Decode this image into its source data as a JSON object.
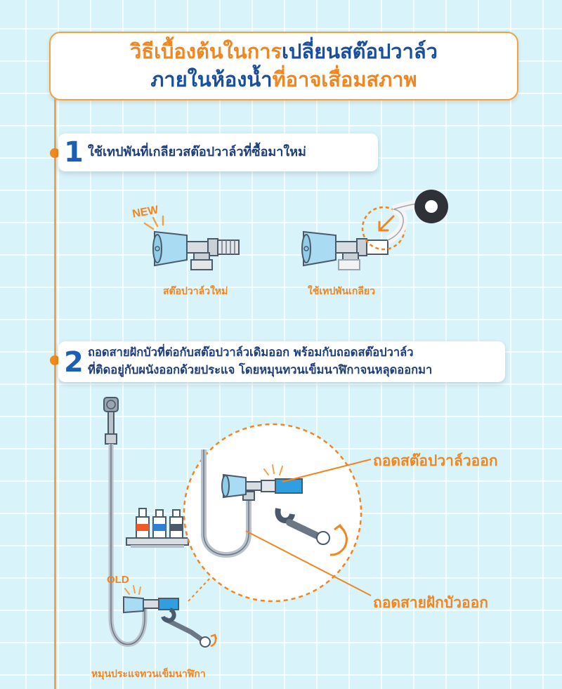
{
  "title": {
    "line1_part1": "วิธีเบื้องต้นในการ",
    "line1_part2": "เปลี่ยนสต๊อปวาล์ว",
    "line2_part1": "ภายในห้องน้ำ",
    "line2_part2": "ที่อาจเสื่อมสภาพ"
  },
  "steps": [
    {
      "number": "1",
      "text": "ใช้เทปพันที่เกลียวสต๊อปวาล์วที่ซื้อมาใหม่",
      "captions": {
        "new_valve": "สต๊อปวาล์วใหม่",
        "tape": "ใช้เทปพันเกลียว"
      },
      "new_tag": "NEW"
    },
    {
      "number": "2",
      "text_line1": "ถอดสายฝักบัวที่ต่อกับสต๊อปวาล์วเดิมออก พร้อมกับถอดสต๊อปวาล์ว",
      "text_line2": "ที่ติดอยู่กับผนังออกด้วยประแจ โดยหมุนทวนเข็มนาฬิกาจนหลุดออกมา",
      "old_tag": "OLD",
      "caption_wrench": "หมุนประแจทวนเข็มนาฬิกา",
      "label_remove_valve": "ถอดสต๊อปวาล์วออก",
      "label_remove_hose": "ถอดสายฝักบัวออก"
    }
  ],
  "colors": {
    "accent": "#f0861f",
    "title_blue": "#1a4f9e",
    "background": "#d9f3fb",
    "valve": "#a9dcf2",
    "hose_blue": "#2f9fe0"
  }
}
